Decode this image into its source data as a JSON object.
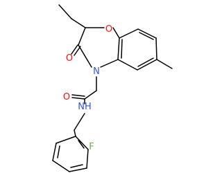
{
  "molecule": {
    "atoms": {
      "ring_oxygen": "O",
      "carbonyl_oxygen_ring": "O",
      "ring_nitrogen": "N",
      "amide_oxygen": "O",
      "amide_nh": "NH",
      "fluorine": "F"
    },
    "colors": {
      "bond": "#000000",
      "oxygen": "#ff0d0d",
      "nitrogen": "#3050f8",
      "fluorine": "#6ab04c",
      "background": "#ffffff"
    }
  }
}
